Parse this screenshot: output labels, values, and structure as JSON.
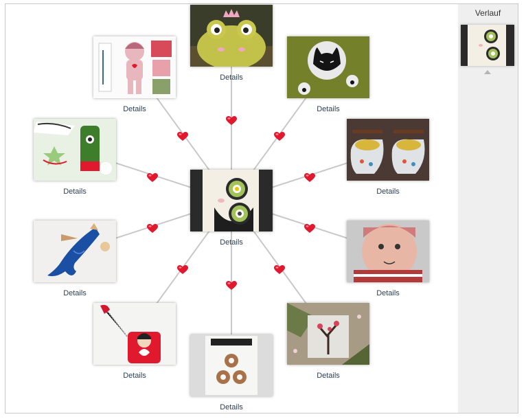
{
  "sidebar": {
    "title": "Verlauf"
  },
  "center": {
    "label": "Details",
    "desc": "felt-owl-cushion-photo"
  },
  "items": [
    {
      "label": "Details",
      "desc": "felt-frog-prince-photo"
    },
    {
      "label": "Details",
      "desc": "black-cat-button-photo"
    },
    {
      "label": "Details",
      "desc": "baby-shoes-photo"
    },
    {
      "label": "Details",
      "desc": "fabric-doll-face-photo"
    },
    {
      "label": "Details",
      "desc": "tree-bag-photo"
    },
    {
      "label": "Details",
      "desc": "monster-buttons-card-photo"
    },
    {
      "label": "Details",
      "desc": "red-keychain-photo"
    },
    {
      "label": "Details",
      "desc": "mermaid-tail-photo"
    },
    {
      "label": "Details",
      "desc": "lovely-monsters-card-photo"
    },
    {
      "label": "Details",
      "desc": "fabric-doll-pattern-photo"
    }
  ],
  "colors": {
    "link": "#2c3e50",
    "heart": "#e0192e",
    "line": "#c4c4c4"
  }
}
